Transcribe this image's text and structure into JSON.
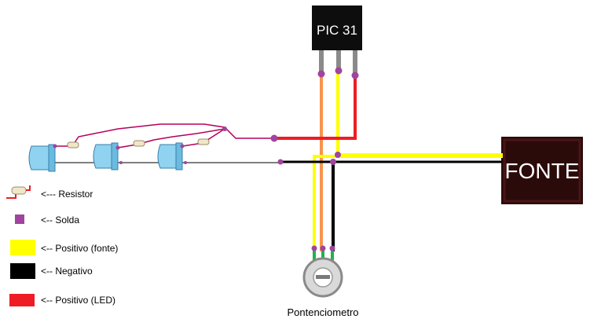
{
  "components": {
    "pic": {
      "label": "PIC 31"
    },
    "fonte": {
      "label": "FONTE"
    },
    "potentiometer": {
      "label": "Pontenciometro"
    }
  },
  "legend": [
    {
      "key": "resistor",
      "label": "<--- Resistor"
    },
    {
      "key": "solder",
      "label": "<-- Solda",
      "color": "#a0449e"
    },
    {
      "key": "positive-source",
      "label": "<-- Positivo (fonte)",
      "color": "#ffff00"
    },
    {
      "key": "negative",
      "label": "<-- Negativo",
      "color": "#000000"
    },
    {
      "key": "positive-led",
      "label": "<-- Positivo (LED)",
      "color": "#ee1c25"
    }
  ],
  "colors": {
    "wire_positive_led": "#ee1c25",
    "wire_positive_source": "#ffff00",
    "wire_negative": "#000000",
    "wire_signal": "#f7944d",
    "wire_pot_leg": "#22b14c",
    "wire_led_jumper": "#b5005b",
    "solder": "#a0449e",
    "led": "#8fd3f0",
    "pic_body": "#0d0d0d",
    "fonte_body": "#2b0a0a"
  }
}
